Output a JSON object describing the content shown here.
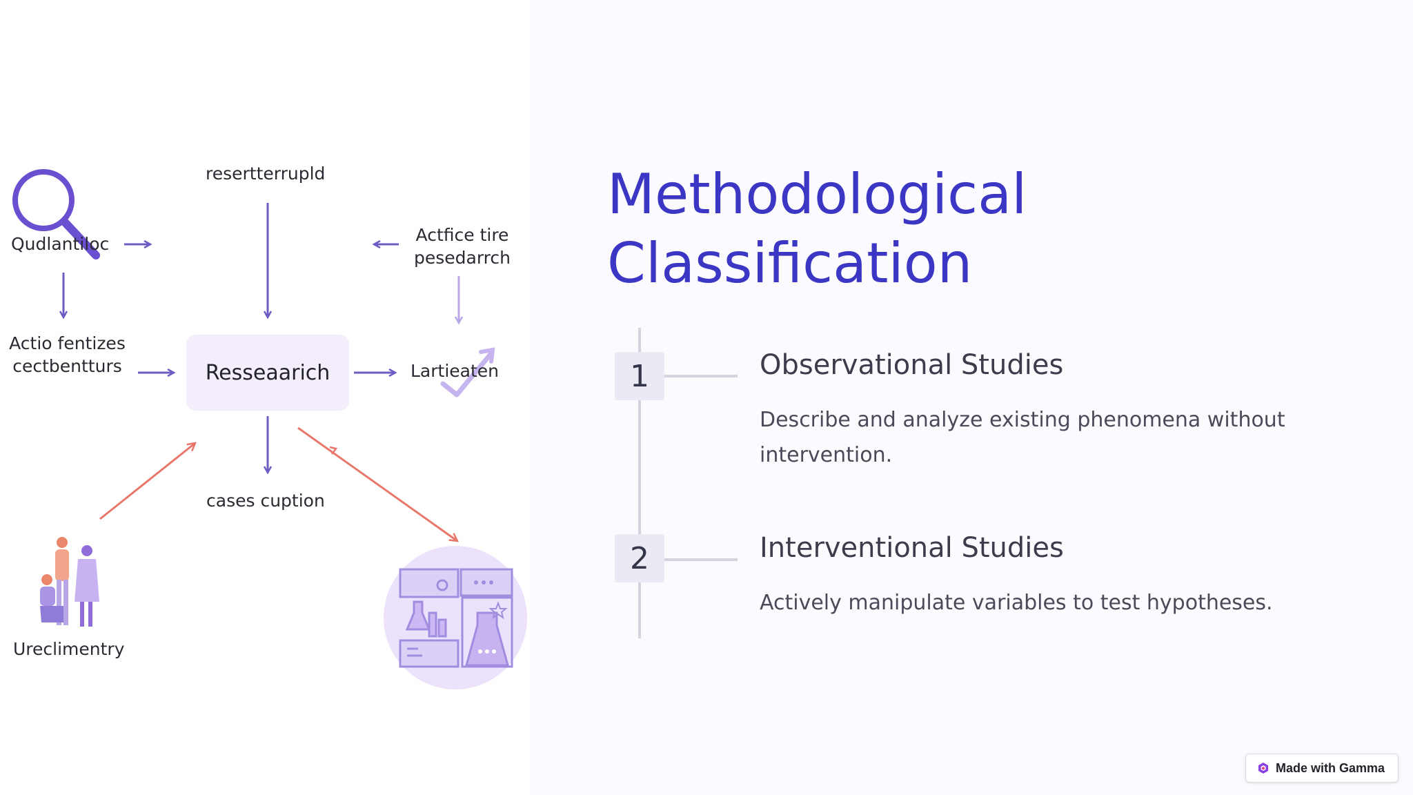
{
  "colors": {
    "accent": "#3b36c4",
    "diagram_arrow": "#6e5cc4",
    "diagram_arrow_light": "#b9a6e6",
    "diagram_arrow_red": "#e8776b",
    "center_box": "#f4eefc"
  },
  "diagram": {
    "center_label": "Resseaarich",
    "labels": {
      "top": "resertterrupld",
      "top_left": "Qudlantiloc",
      "top_right": "Actfice tire pesedarrch",
      "left": "Actio fentizes cectbentturs",
      "right": "Lartieaten",
      "bottom": "cases cuption",
      "bottom_left": "Ureclimentry"
    },
    "icons": [
      "magnifier-icon",
      "people-illustration-icon",
      "lab-illustration-icon",
      "checkmark-arrow-icon"
    ]
  },
  "slide": {
    "title": "Methodological Classification"
  },
  "steps": [
    {
      "number": "1",
      "title": "Observational Studies",
      "description": "Describe and analyze existing phenomena without intervention."
    },
    {
      "number": "2",
      "title": "Interventional Studies",
      "description": "Actively manipulate variables to test hypotheses."
    }
  ],
  "badge": {
    "label": "Made with Gamma",
    "icon": "gamma-logo-icon"
  }
}
